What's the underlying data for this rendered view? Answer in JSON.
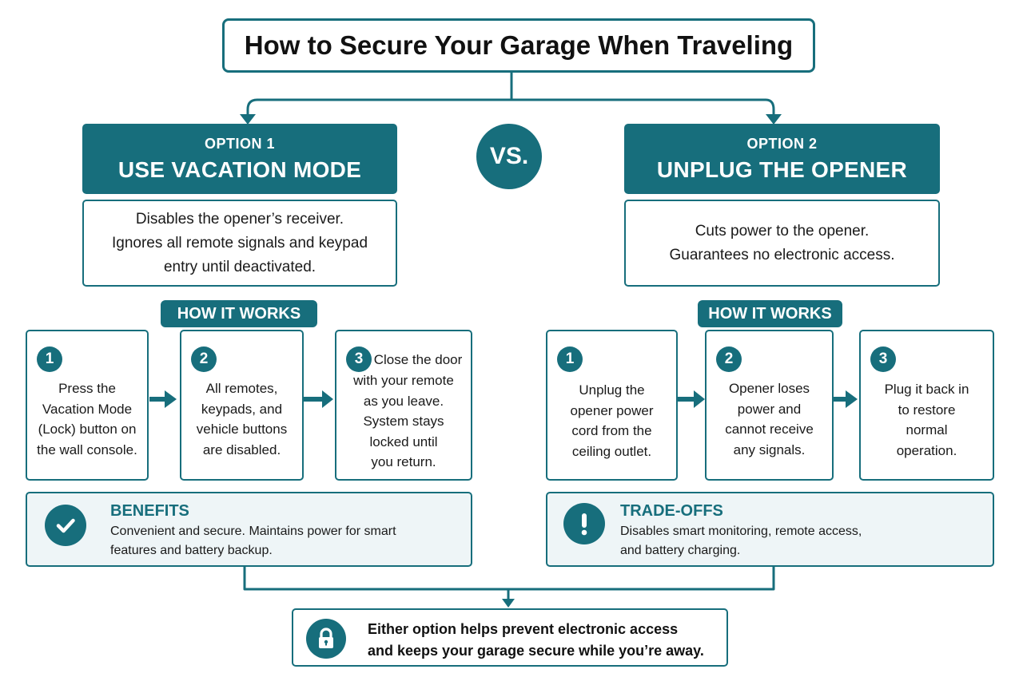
{
  "title": "How to Secure Your Garage When Traveling",
  "vs_label": "VS.",
  "option1": {
    "number": "OPTION 1",
    "title": "USE VACATION MODE",
    "description": [
      "Disables the opener’s receiver.",
      "Ignores all remote signals and keypad",
      "entry until deactivated."
    ],
    "how_it_works": "HOW IT WORKS",
    "steps": [
      {
        "num": "1",
        "lines": [
          "Press the",
          "Vacation Mode",
          "(Lock) button on",
          "the wall console."
        ]
      },
      {
        "num": "2",
        "lines": [
          "All remotes,",
          "keypads, and",
          "vehicle buttons",
          "are disabled."
        ]
      },
      {
        "num": "3",
        "lines": [
          "Close the door",
          "with your remote",
          "as you leave.",
          "System stays",
          "locked until",
          "you return."
        ]
      }
    ],
    "benefits": {
      "title": "BENEFITS",
      "lines": [
        "Convenient and secure. Maintains power for smart",
        "features and battery backup."
      ]
    }
  },
  "option2": {
    "number": "OPTION 2",
    "title": "UNPLUG THE OPENER",
    "description": [
      "Cuts power to the opener.",
      "Guarantees no electronic access."
    ],
    "how_it_works": "HOW IT WORKS",
    "steps": [
      {
        "num": "1",
        "lines": [
          "Unplug the",
          "opener power",
          "cord from the",
          "ceiling outlet."
        ]
      },
      {
        "num": "2",
        "lines": [
          "Opener loses",
          "power and",
          "cannot receive",
          "any signals."
        ]
      },
      {
        "num": "3",
        "lines": [
          "Plug it back in",
          "to restore",
          "normal",
          "operation."
        ]
      }
    ],
    "tradeoffs": {
      "title": "TRADE-OFFS",
      "lines": [
        "Disables smart monitoring, remote access,",
        "and battery charging."
      ]
    }
  },
  "footer": {
    "lines": [
      "Either option helps prevent electronic access",
      "and keeps your garage secure while you’re away."
    ]
  },
  "icons": {
    "benefits": "check-icon",
    "tradeoffs": "exclamation-icon",
    "footer": "lock-icon"
  },
  "colors": {
    "accent": "#176e7c",
    "info_background": "#eef5f7"
  }
}
